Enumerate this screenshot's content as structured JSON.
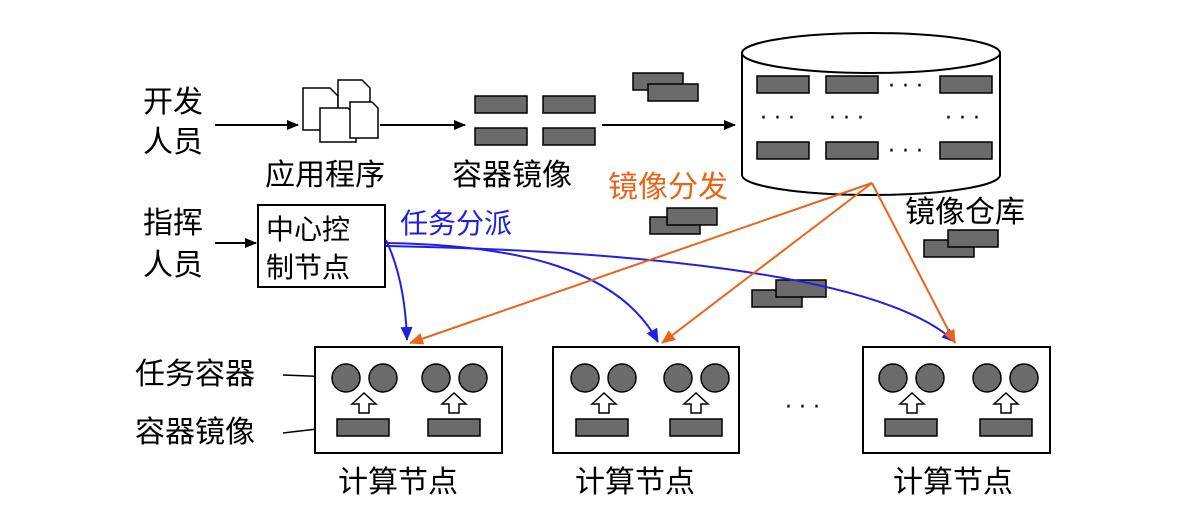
{
  "labels": {
    "developer": [
      "开发",
      "人员"
    ],
    "application": "应用程序",
    "container_image": "容器镜像",
    "image_distribution": "镜像分发",
    "image_repository": "镜像仓库",
    "commander": [
      "指挥",
      "人员"
    ],
    "central_control": [
      "中心控",
      "制节点"
    ],
    "task_dispatch": "任务分派",
    "task_container": "任务容器",
    "node_container_image": "容器镜像",
    "compute_node": "计算节点",
    "ellipsis": "· · ·"
  },
  "colors": {
    "block": "#6b6b6b",
    "dispatch_arrow": "#1f1fe6",
    "distribution_arrow": "#e8641b",
    "outline": "#000000"
  }
}
